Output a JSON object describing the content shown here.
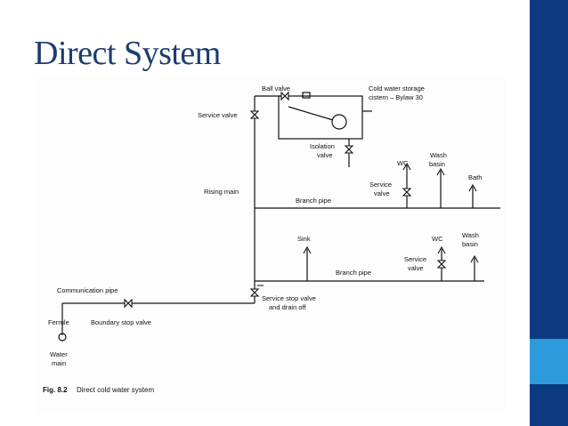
{
  "slide": {
    "title": "Direct System",
    "colors": {
      "sidebar": "#0c3a80",
      "sidebar_accent": "#2d9bdb",
      "title": "#1c3d6e"
    }
  },
  "diagram": {
    "labels": {
      "ball_valve": "Ball valve",
      "cistern_line1": "Cold water storage",
      "cistern_line2": "cistern – Bylaw 30",
      "service_valve_top": "Service valve",
      "isolation_line1": "Isolation",
      "isolation_line2": "valve",
      "wc_upper": "WC",
      "wash_basin_upper_line1": "Wash",
      "wash_basin_upper_line2": "basin",
      "bath": "Bath",
      "service_valve_upper_line1": "Service",
      "service_valve_upper_line2": "valve",
      "rising_main": "Rising main",
      "branch_pipe_upper": "Branch pipe",
      "sink": "Sink",
      "wc_lower": "WC",
      "wash_basin_lower_line1": "Wash",
      "wash_basin_lower_line2": "basin",
      "service_valve_lower_line1": "Service",
      "service_valve_lower_line2": "valve",
      "branch_pipe_lower": "Branch pipe",
      "communication_pipe": "Communication pipe",
      "service_stop_line1": "Service stop valve",
      "service_stop_line2": "and drain off",
      "ferrule": "Ferrule",
      "boundary_stop_valve": "Boundary stop valve",
      "water_main_line1": "Water",
      "water_main_line2": "main"
    },
    "caption": {
      "fig_no": "Fig. 8.2",
      "text": "Direct cold water system"
    }
  }
}
